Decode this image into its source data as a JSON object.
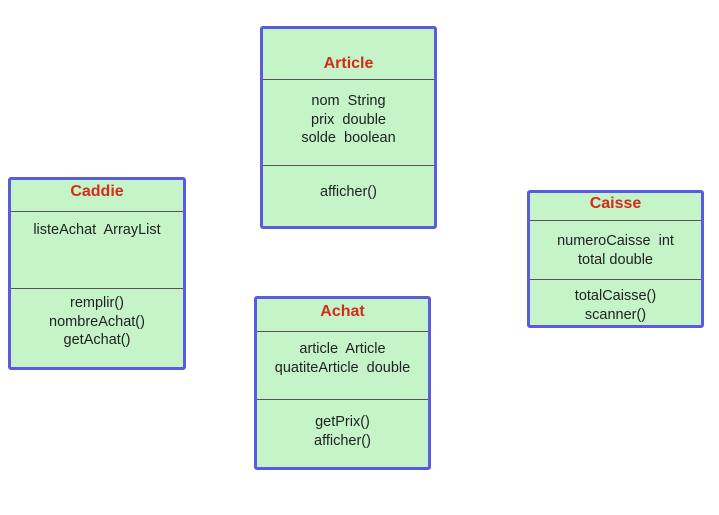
{
  "colors": {
    "class_fill": "#c4f4c8",
    "class_border": "#5b5be0",
    "title_text": "#d62a1a",
    "member_text": "#222222",
    "divider": "#555555"
  },
  "classes": {
    "article": {
      "name": "Article",
      "attributes": [
        "nom  String",
        "prix  double",
        "solde  boolean"
      ],
      "methods": [
        "afficher()"
      ]
    },
    "caddie": {
      "name": "Caddie",
      "attributes": [
        "listeAchat  ArrayList"
      ],
      "methods": [
        "remplir()",
        "nombreAchat()",
        "getAchat()"
      ]
    },
    "achat": {
      "name": "Achat",
      "attributes": [
        "article  Article",
        "quatiteArticle  double"
      ],
      "methods": [
        "getPrix()",
        "afficher()"
      ]
    },
    "caisse": {
      "name": "Caisse",
      "attributes": [
        "numeroCaisse  int",
        "total double"
      ],
      "methods": [
        "totalCaisse()",
        "scanner()"
      ]
    }
  }
}
